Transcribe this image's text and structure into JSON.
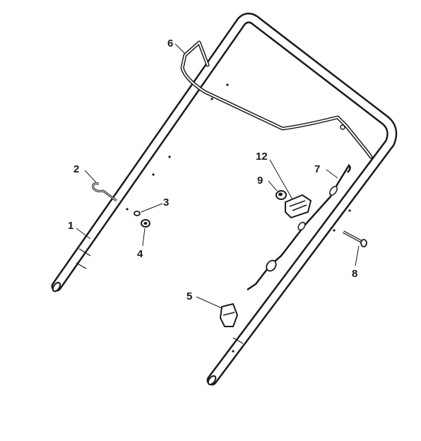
{
  "callouts": [
    {
      "id": "1",
      "label": "1"
    },
    {
      "id": "2",
      "label": "2"
    },
    {
      "id": "3",
      "label": "3"
    },
    {
      "id": "4",
      "label": "4"
    },
    {
      "id": "5",
      "label": "5"
    },
    {
      "id": "6",
      "label": "6"
    },
    {
      "id": "7",
      "label": "7"
    },
    {
      "id": "8",
      "label": "8"
    },
    {
      "id": "9",
      "label": "9"
    },
    {
      "id": "12",
      "label": "12"
    }
  ],
  "colors": {
    "line": "#1a1a1a",
    "background": "#ffffff"
  }
}
